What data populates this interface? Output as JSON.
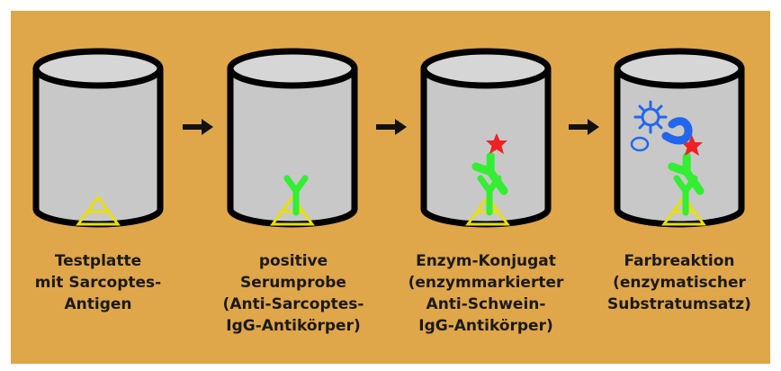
{
  "steps": [
    {
      "caption_lines": [
        "Testplatte",
        "mit Sarcoptes-",
        "Antigen"
      ]
    },
    {
      "caption_lines": [
        "positive",
        "Serumprobe",
        "(Anti-Sarcoptes-",
        "IgG-Antikörper)"
      ]
    },
    {
      "caption_lines": [
        "Enzym-Konjugat",
        "(enzymmarkierter",
        "Anti-Schwein-",
        "IgG-Antikörper)"
      ]
    },
    {
      "caption_lines": [
        "Farbreaktion",
        "(enzymatischer",
        "Substratumsatz)"
      ]
    }
  ],
  "colors": {
    "background": "#e0a64a",
    "well_body": "#c8c8c8",
    "well_top": "#d6d6d6",
    "antigen": "#e8e000",
    "antibody": "#33ee33",
    "enzyme_star": "#ee2222",
    "substrate": "#2266ee",
    "arrow": "#111111"
  },
  "icons": [
    "antigen-triangle-icon",
    "antibody-y-icon",
    "enzyme-star-icon",
    "substrate-gear-icon",
    "substrate-circle-icon",
    "arrow-right-icon"
  ]
}
